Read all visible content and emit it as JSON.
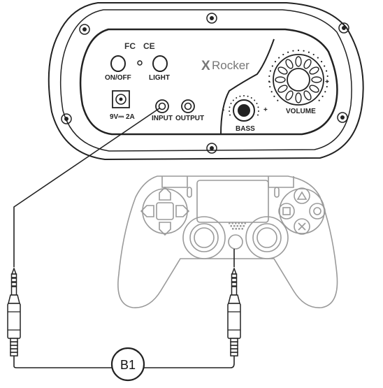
{
  "panel": {
    "brand_mark": "X",
    "brand_text": "Rocker",
    "cert_fc": "FC",
    "cert_ce": "CE",
    "on_off_label": "ON/OFF",
    "light_label": "LIGHT",
    "power_label": "9V⎓ 2A",
    "input_label": "INPUT",
    "output_label": "OUTPUT",
    "volume_label": "VOLUME",
    "bass_label": "BASS",
    "minus_sign": "-",
    "plus_sign": "+"
  },
  "callout": {
    "label": "B1"
  },
  "icons": [
    "screw-icon",
    "power-button-icon",
    "light-button-icon",
    "dc-jack-icon",
    "audio-jack-icon",
    "volume-knob-icon",
    "bass-knob-icon",
    "gamepad-icon",
    "audio-plug-icon"
  ],
  "colors": {
    "line": "#222222",
    "controller": "#9a9a9a",
    "panel_fill": "#ffffff"
  }
}
